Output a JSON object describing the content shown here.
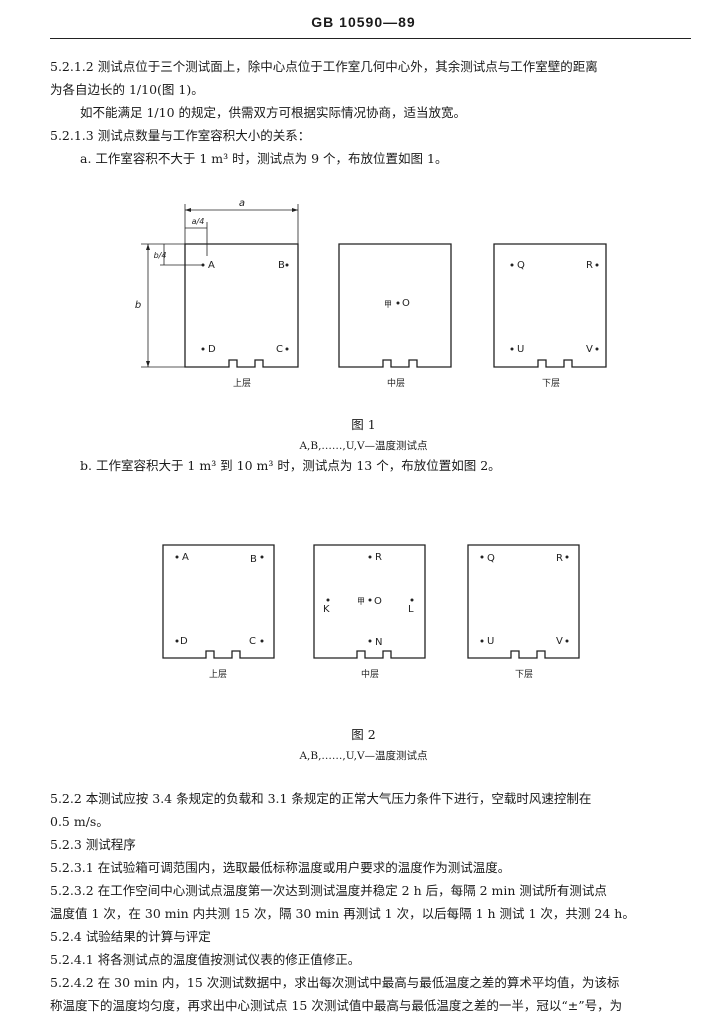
{
  "header": {
    "title": "GB 10590—89"
  },
  "paragraphs": {
    "p1_l1": "5.2.1.2  测试点位于三个测试面上，除中心点位于工作室几何中心外，其余测试点与工作室壁的距离",
    "p1_l2": "为各自边长的 1/10(图 1)。",
    "p2": "如不能满足 1/10 的规定，供需双方可根据实际情况协商，适当放宽。",
    "p3": "5.2.1.3  测试点数量与工作室容积大小的关系：",
    "p4": "a.   工作室容积不大于 1 m³ 时，测试点为 9 个，布放位置如图 1。",
    "p5": "b.   工作室容积大于 1 m³ 到 10 m³ 时，测试点为 13 个，布放位置如图 2。",
    "p6_l1": "5.2.2  本测试应按 3.4 条规定的负载和 3.1 条规定的正常大气压力条件下进行，空载时风速控制在",
    "p6_l2": "0.5 m/s。",
    "p7": "5.2.3  测试程序",
    "p8": "5.2.3.1  在试验箱可调范围内，选取最低标称温度或用户要求的温度作为测试温度。",
    "p9_l1": "5.2.3.2  在工作空间中心测试点温度第一次达到测试温度并稳定 2 h 后，每隔 2 min 测试所有测试点",
    "p9_l2": "温度值 1 次，在 30 min 内共测 15 次，隔 30 min 再测试 1 次，以后每隔 1 h 测试 1 次，共测 24 h。",
    "p10": "5.2.4  试验结果的计算与评定",
    "p11": "5.2.4.1  将各测试点的温度值按测试仪表的修正值修正。",
    "p12_l1": "5.2.4.2  在 30 min 内，15 次测试数据中，求出每次测试中最高与最低温度之差的算术平均值，为该标",
    "p12_l2": "称温度下的温度均匀度，再求出中心测试点 15 次测试值中最高与最低温度之差的一半，冠以“±”号，为"
  },
  "figure1": {
    "caption": "图 1",
    "legend": "A,B,……,U,V—温度测试点",
    "dim_a": "a",
    "dim_a4": "a/4",
    "dim_b": "b",
    "dim_b4": "b/4",
    "upper": {
      "label": "上层",
      "points": [
        "A",
        "B",
        "D",
        "C"
      ]
    },
    "middle": {
      "label": "中层",
      "center_text": "甲",
      "points": [
        "O"
      ]
    },
    "lower": {
      "label": "下层",
      "points": [
        "Q",
        "R",
        "U",
        "V"
      ]
    }
  },
  "figure2": {
    "caption": "图 2",
    "legend": "A,B,……,U,V—温度测试点",
    "upper": {
      "label": "上层",
      "points": [
        "A",
        "B",
        "D",
        "C"
      ]
    },
    "middle": {
      "label": "中层",
      "center_text": "甲",
      "points": [
        "R",
        "K",
        "O",
        "L",
        "N"
      ]
    },
    "lower": {
      "label": "下层",
      "points": [
        "Q",
        "R",
        "U",
        "V"
      ]
    }
  }
}
